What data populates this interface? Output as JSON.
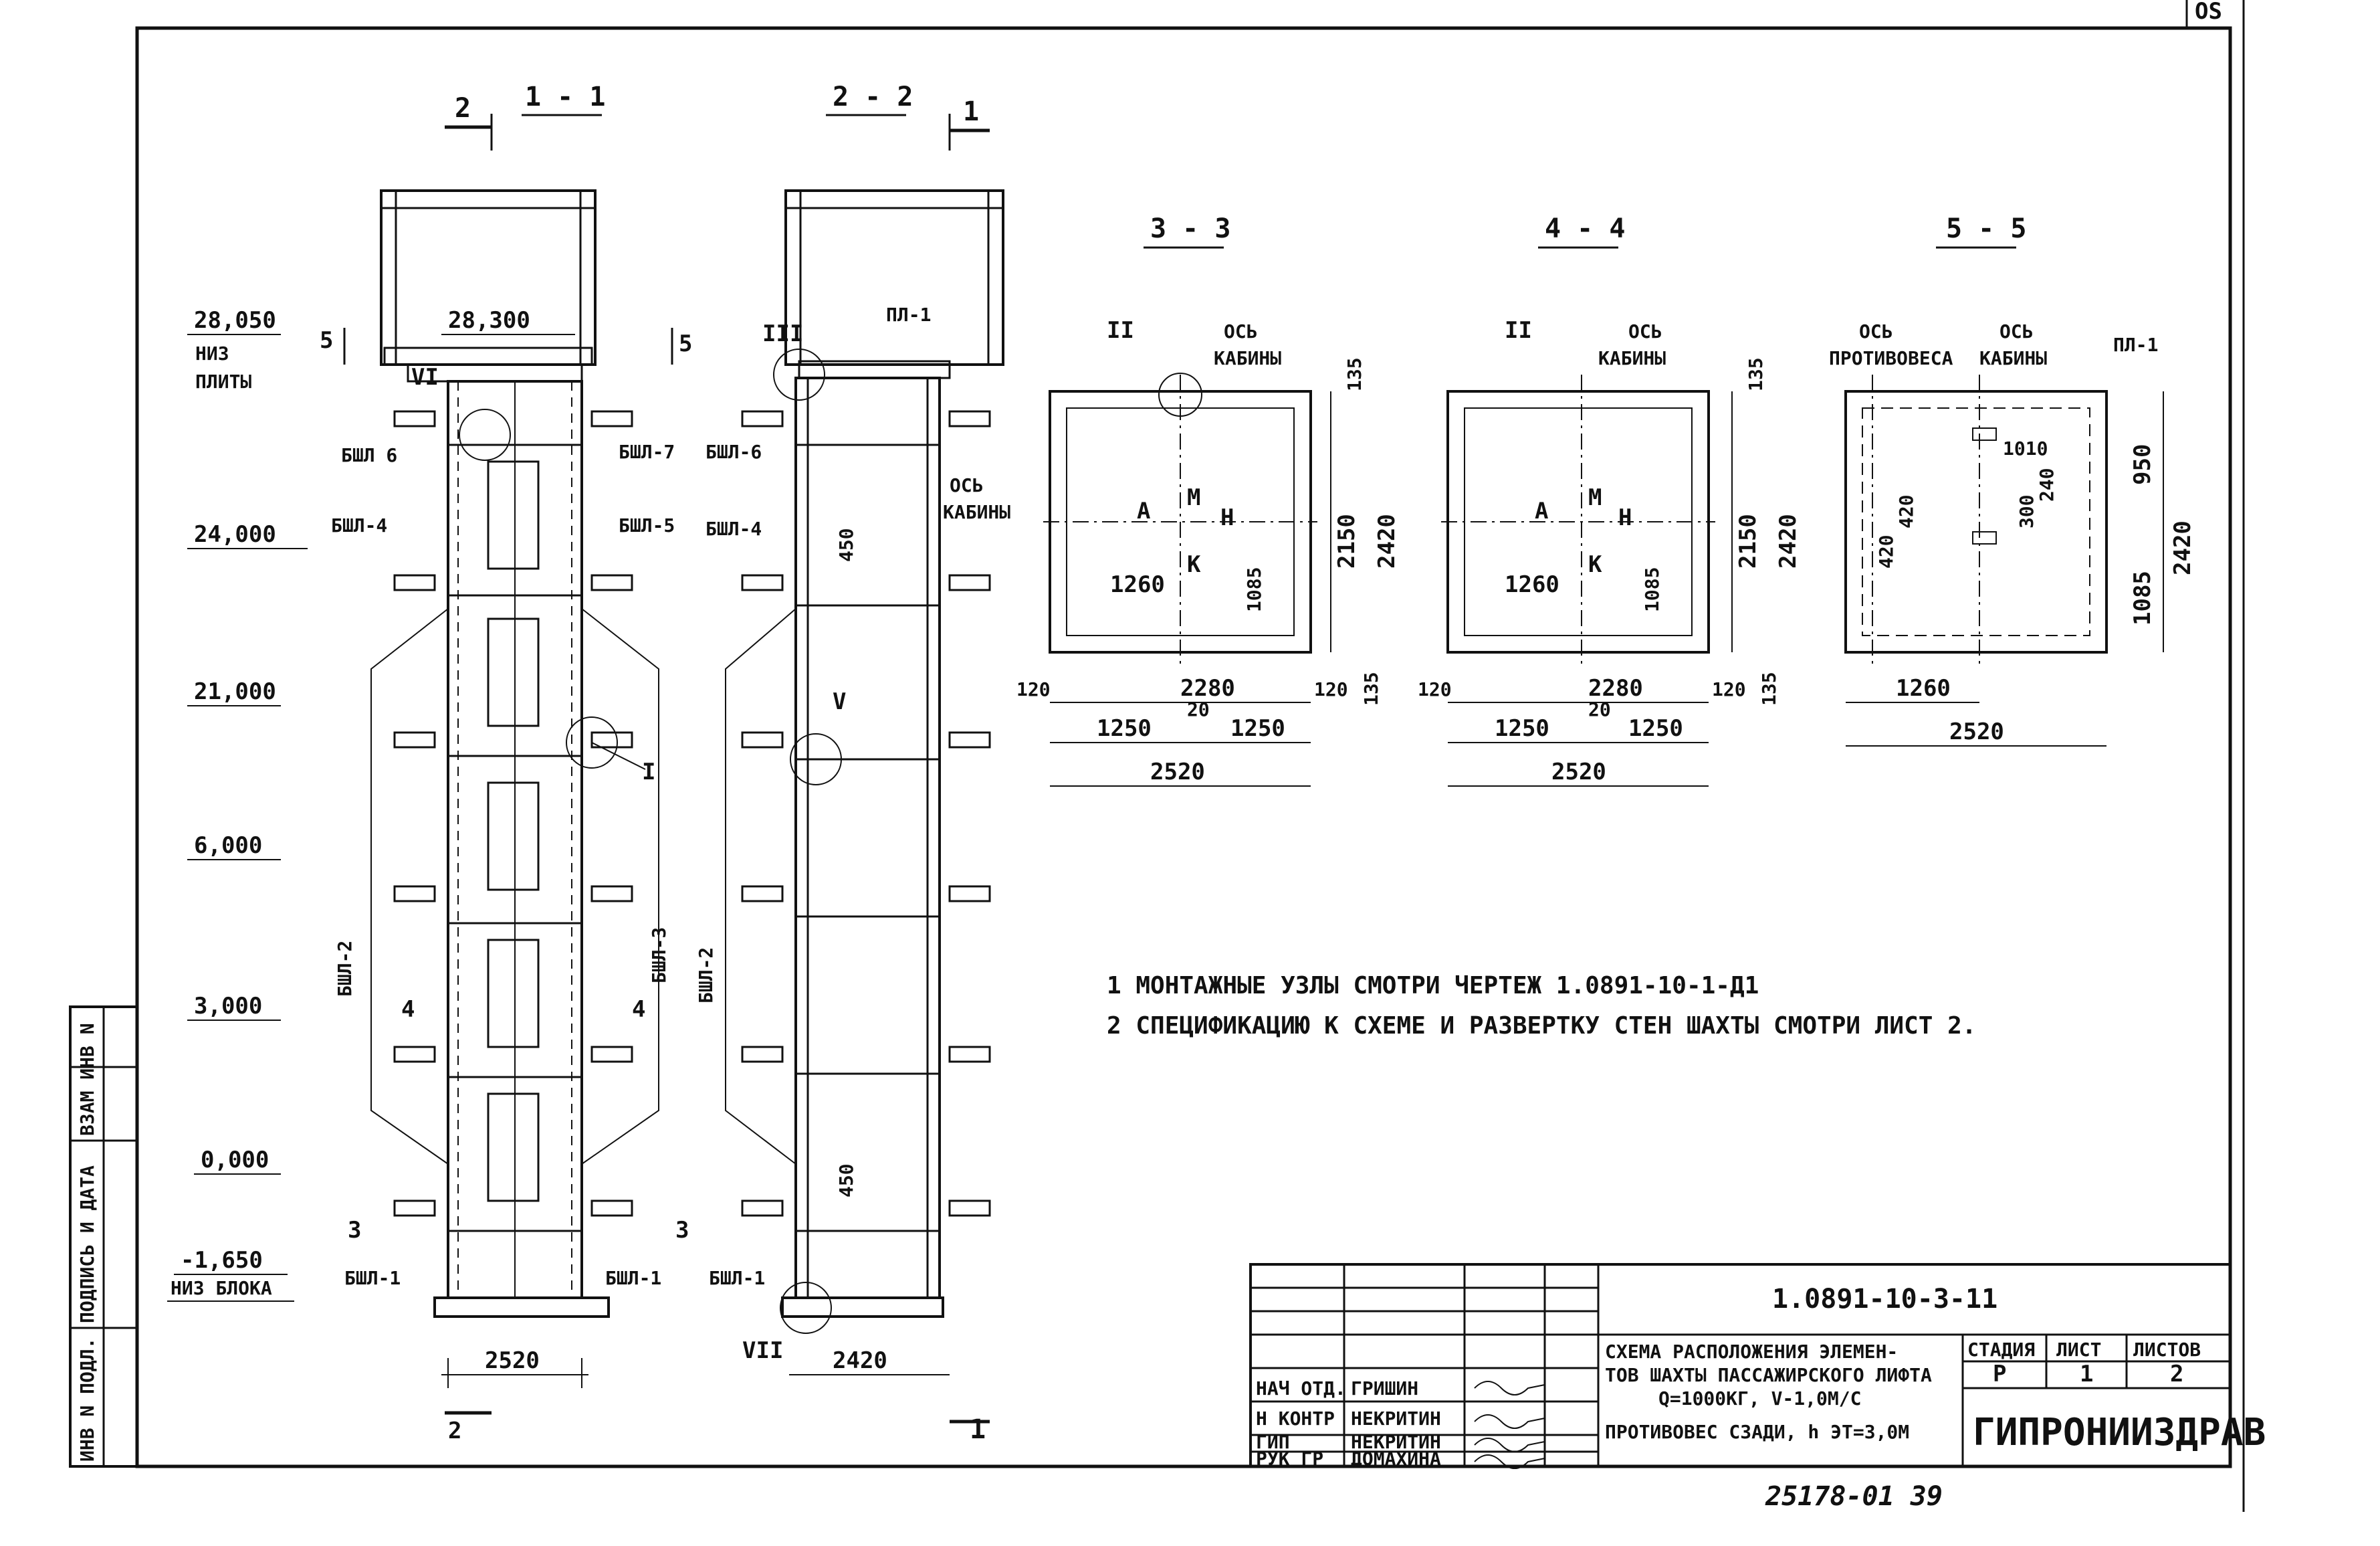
{
  "sections": {
    "s11": "1 - 1",
    "s22": "2 - 2",
    "s33": "3 - 3",
    "s44": "4 - 4",
    "s55": "5 - 5"
  },
  "markers": {
    "m2": "2",
    "m1": "1",
    "m5": "5",
    "m4": "4",
    "m3": "3"
  },
  "levels": [
    {
      "value": "28,050",
      "sub": "НИЗ\nПЛИТЫ"
    },
    {
      "value": "24,000"
    },
    {
      "value": "21,000"
    },
    {
      "value": "6,000"
    },
    {
      "value": "3,000"
    },
    {
      "value": "0,000"
    },
    {
      "value": "-1,650",
      "sub": "НИЗ БЛОКА"
    }
  ],
  "level_28300": "28,300",
  "blocks": {
    "b6": "БШЛ 6",
    "b7": "БШЛ-7",
    "b4": "БШЛ-4",
    "b5": "БШЛ-5",
    "b2": "БШЛ-2",
    "b3": "БШЛ-3",
    "b1": "БШЛ-1",
    "b6r": "БШЛ-6",
    "b4r": "БШЛ-4",
    "b2r": "БШЛ-2",
    "b1r": "БШЛ-1",
    "pl1": "ПЛ-1"
  },
  "nodes": {
    "VI": "VI",
    "III": "III",
    "I": "I",
    "V": "V",
    "VII": "VII",
    "II": "II"
  },
  "dims": {
    "d2520": "2520",
    "d2420": "2420",
    "d450": "450",
    "d135": "135",
    "d2150": "2150",
    "d1085": "1085",
    "d1260": "1260",
    "d120": "120",
    "d2280": "2280",
    "d20": "20",
    "d1250": "1250",
    "d950": "950",
    "d1010": "1010",
    "d420": "420",
    "d300": "300",
    "d240": "240"
  },
  "plan_labels": {
    "axis_cabin": "ОСЬ\nКАБИНЫ",
    "axis_counterweight": "ОСЬ\nПРОТИВОВЕСА",
    "A": "А",
    "M": "М",
    "H": "Н",
    "K": "К"
  },
  "notes": [
    "1 МОНТАЖНЫЕ УЗЛЫ СМОТРИ ЧЕРТЕЖ 1.0891-10-1-Д1",
    "2 СПЕЦИФИКАЦИЮ К СХЕМЕ И РАЗВЕРТКУ СТЕН ШАХТЫ СМОТРИ ЛИСТ 2."
  ],
  "stamp": {
    "code": "1.0891-10-3-11",
    "title_lines": [
      "СХЕМА РАСПОЛОЖЕНИЯ ЭЛЕМЕН-",
      "ТОВ ШАХТЫ ПАССАЖИРСКОГО ЛИФТА",
      "Q=1000КГ, V-1,0М/С",
      "ПРОТИВОВЕС СЗАДИ, h ЭТ=3,0М"
    ],
    "stage_header": "СТАДИЯ",
    "sheet_header": "ЛИСТ",
    "sheets_header": "ЛИСТОВ",
    "stage": "Р",
    "sheet": "1",
    "sheets": "2",
    "org": "ГИПРОНИИЗДРАВ",
    "people": [
      {
        "role": "НАЧ ОТД.",
        "name": "ГРИШИН"
      },
      {
        "role": "Н КОНТР",
        "name": "НЕКРИТИН"
      },
      {
        "role": "ГИП",
        "name": "НЕКРИТИН"
      },
      {
        "role": "РУК ГР",
        "name": "ДОМАХИНА"
      }
    ]
  },
  "sidebar": [
    "ИНВ N ПОДЛ.",
    "ПОДПИСЬ И ДАТА",
    "ВЗАМ ИНВ N"
  ],
  "inventory": "25178-01 39",
  "corner": "OS"
}
